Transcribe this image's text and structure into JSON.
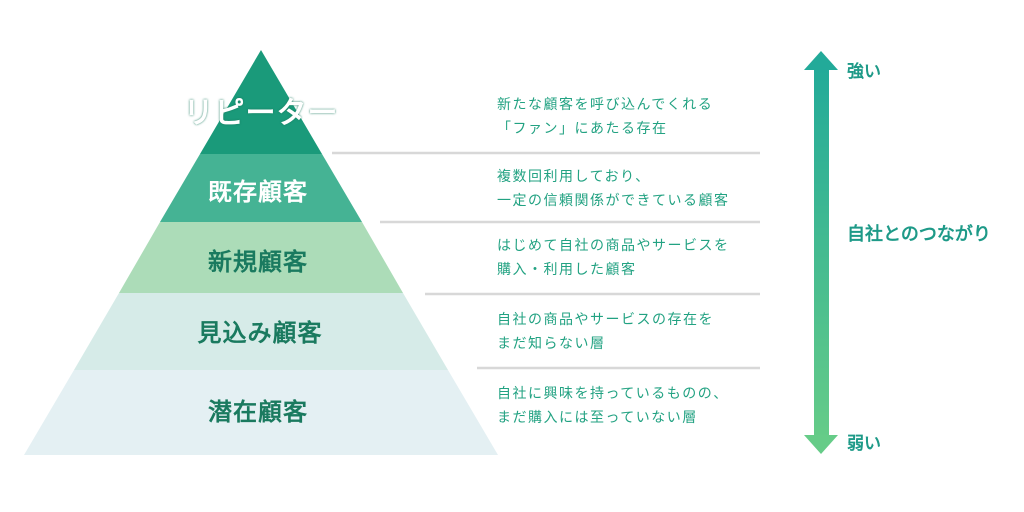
{
  "pyramid": {
    "levels": [
      {
        "label": "リピーター",
        "description": [
          "新たな顧客を呼び込んでくれる",
          "「ファン」にあたる存在"
        ],
        "color": "#1a9a7a"
      },
      {
        "label": "既存顧客",
        "description": [
          "複数回利用しており、",
          "一定の信頼関係ができている顧客"
        ],
        "color": "#45b394"
      },
      {
        "label": "新規顧客",
        "description": [
          "はじめて自社の商品やサービスを",
          "購入・利用した顧客"
        ],
        "color": "#acdcb8"
      },
      {
        "label": "見込み顧客",
        "description": [
          "自社の商品やサービスの存在を",
          "まだ知らない層"
        ],
        "color": "#d6ebe8"
      },
      {
        "label": "潜在顧客",
        "description": [
          "自社に興味を持っているものの、",
          "まだ購入には至っていない層"
        ],
        "color": "#e4f0f3"
      }
    ]
  },
  "axis": {
    "top": "強い",
    "middle": "自社とのつながり",
    "bottom": "弱い",
    "color_top": "#22aa99",
    "color_bottom": "#66cc88"
  }
}
